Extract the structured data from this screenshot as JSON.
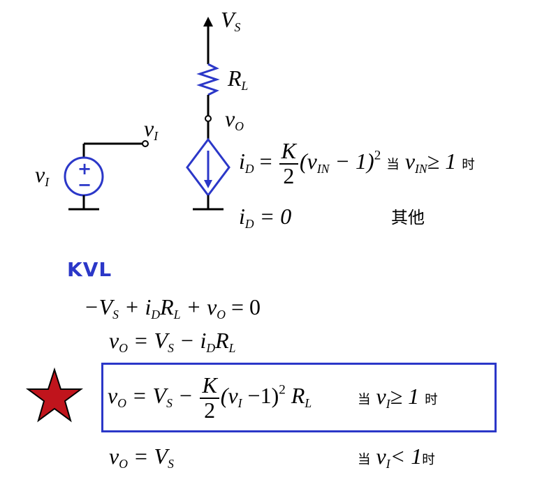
{
  "circuit": {
    "supply_label": "V",
    "supply_sub": "S",
    "load_label": "R",
    "load_sub": "L",
    "output_label": "v",
    "output_sub": "O",
    "input_node_label": "v",
    "input_node_sub": "I",
    "source_label": "v",
    "source_sub": "I",
    "source_plus": "+",
    "source_minus": "−"
  },
  "equations": {
    "id_main_lhs": "i",
    "id_main_lhs_sub": "D",
    "id_main_eq": " = ",
    "id_main_frac_num": "K",
    "id_main_frac_den": "2",
    "id_main_paren": "(v",
    "id_main_paren_sub": "IN",
    "id_main_paren_tail": " − 1)",
    "id_main_exp": "2",
    "id_main_when": "当",
    "id_main_cond_v": "v",
    "id_main_cond_sub": "IN",
    "id_main_cond_rel": "≥ 1",
    "id_main_when_end": "时",
    "id_zero_lhs": "i",
    "id_zero_lhs_sub": "D",
    "id_zero_rhs": " = 0",
    "id_zero_cond": "其他"
  },
  "kvl": {
    "heading": "KVL",
    "line1": {
      "a": "−V",
      "a_sub": "S",
      "b": " + i",
      "b_sub": "D",
      "c": "R",
      "c_sub": "L",
      "d": " + v",
      "d_sub": "O",
      "e": " = 0"
    },
    "line2": {
      "a": "v",
      "a_sub": "O",
      "b": " = V",
      "b_sub": "S",
      "c": " − i",
      "c_sub": "D",
      "d": "R",
      "d_sub": "L"
    },
    "line3": {
      "a": "v",
      "a_sub": "O",
      "b": " = V",
      "b_sub": "S",
      "c": " − ",
      "frac_num": "K",
      "frac_den": "2",
      "d": "(v",
      "d_sub": "I",
      "e": " −1)",
      "e_sup": "2",
      "f": " R",
      "f_sub": "L",
      "when": "当",
      "cond_v": "v",
      "cond_sub": "I",
      "cond_rel": "≥ 1",
      "when_end": "时"
    },
    "line4": {
      "a": "v",
      "a_sub": "O",
      "b": " = V",
      "b_sub": "S",
      "when": "当",
      "cond_v": "v",
      "cond_sub": "I",
      "cond_rel": "< 1",
      "when_end": "时"
    }
  },
  "colors": {
    "accent_blue": "#2b37c8",
    "star_fill": "#c0141c",
    "wire": "#000000"
  }
}
